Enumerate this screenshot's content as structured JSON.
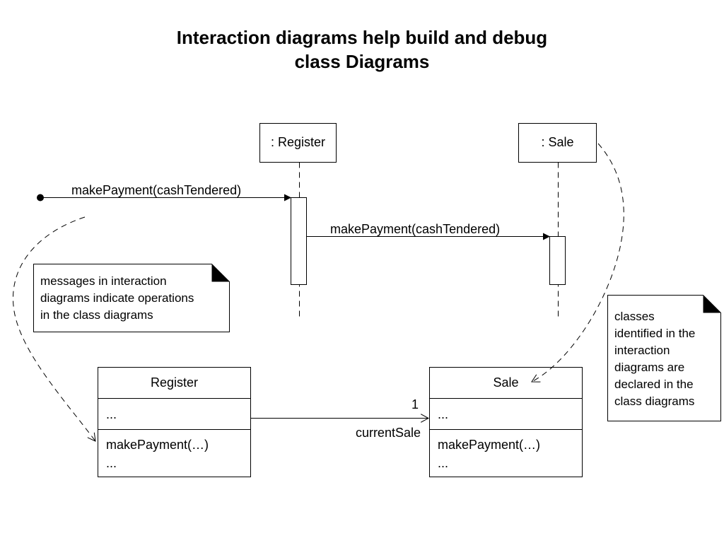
{
  "title": {
    "line1": "Interaction diagrams help build and debug",
    "line2": "class Diagrams"
  },
  "sequence": {
    "lifelines": [
      {
        "label": ": Register"
      },
      {
        "label": ": Sale"
      }
    ],
    "messages": [
      {
        "label": "makePayment(cashTendered)"
      },
      {
        "label": "makePayment(cashTendered)"
      }
    ]
  },
  "notes": [
    {
      "lines": [
        "messages in interaction",
        "diagrams indicate operations",
        "in the class diagrams"
      ]
    },
    {
      "lines": [
        "classes",
        "identified in the",
        "interaction",
        "diagrams are",
        "declared in the",
        "class diagrams"
      ]
    }
  ],
  "classes": [
    {
      "name": "Register",
      "attributes": "...",
      "operations": [
        "makePayment(…)",
        "..."
      ]
    },
    {
      "name": "Sale",
      "attributes": "...",
      "operations": [
        "makePayment(…)",
        "..."
      ]
    }
  ],
  "association": {
    "multiplicity": "1",
    "role": "currentSale"
  }
}
